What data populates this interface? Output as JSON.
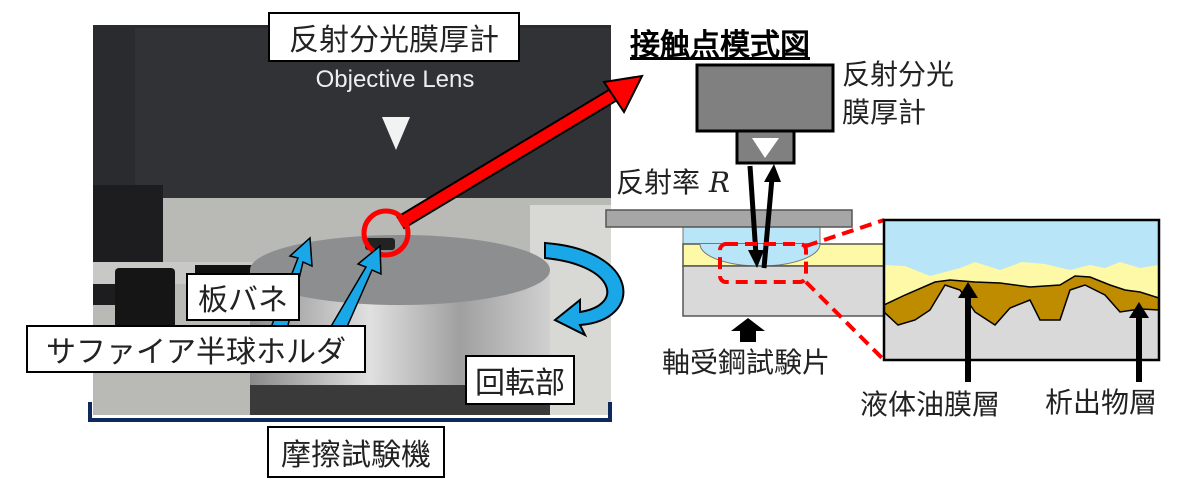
{
  "photo": {
    "title_label": "反射分光膜厚計",
    "lens_text": "Objective Lens",
    "leaf_spring_label": "板バネ",
    "holder_label": "サファイア半球ホルダ",
    "rotation_label": "回転部",
    "machine_label": "摩擦試験機"
  },
  "schematic": {
    "title": "接触点模式図",
    "meter_label_line1": "反射分光",
    "meter_label_line2": "膜厚計",
    "reflectance_label": "反射率",
    "reflectance_symbol": "R",
    "specimen_label": "軸受鋼試験片",
    "oil_layer_label": "液体油膜層",
    "deposit_layer_label": "析出物層"
  },
  "colors": {
    "highlight_red": "#ff0000",
    "pointer_blue": "#1aa7e8",
    "sapphire": "#b8e6f8",
    "oil": "#fdf9a6",
    "deposit": "#bf8c00",
    "steel": "#d9d9d9"
  }
}
